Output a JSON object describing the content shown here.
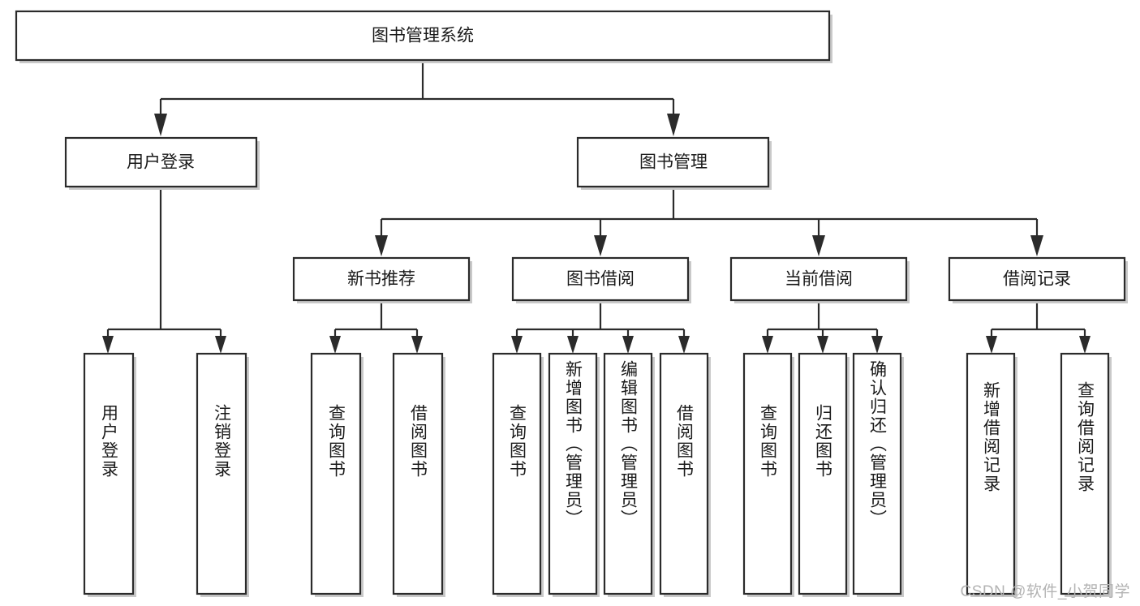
{
  "diagram": {
    "title": "图书管理系统",
    "type": "tree",
    "watermark": "CSDN @软件_小贺同学",
    "colors": {
      "box_stroke": "#2b2b2b",
      "box_fill": "#ffffff",
      "box_shadow": "#c9c9c9",
      "text": "#1a1a1a",
      "watermark": "#b3b3b3",
      "background": "#ffffff"
    },
    "root": {
      "id": "root",
      "label": "图书管理系统",
      "orientation": "horizontal"
    },
    "level2": [
      {
        "id": "user-login",
        "label": "用户登录",
        "orientation": "horizontal"
      },
      {
        "id": "book-manage",
        "label": "图书管理",
        "orientation": "horizontal"
      }
    ],
    "level3": [
      {
        "id": "new-book-recommend",
        "label": "新书推荐",
        "parent": "book-manage",
        "orientation": "horizontal"
      },
      {
        "id": "book-borrow",
        "label": "图书借阅",
        "parent": "book-manage",
        "orientation": "horizontal"
      },
      {
        "id": "current-borrow",
        "label": "当前借阅",
        "parent": "book-manage",
        "orientation": "horizontal"
      },
      {
        "id": "borrow-record",
        "label": "借阅记录",
        "parent": "book-manage",
        "orientation": "horizontal"
      }
    ],
    "leaves": [
      {
        "id": "leaf-user-login",
        "label": "用户登录",
        "parent": "user-login",
        "orientation": "vertical"
      },
      {
        "id": "leaf-logout",
        "label": "注销登录",
        "parent": "user-login",
        "orientation": "vertical"
      },
      {
        "id": "leaf-query-book-1",
        "label": "查询图书",
        "parent": "new-book-recommend",
        "orientation": "vertical"
      },
      {
        "id": "leaf-borrow-book-1",
        "label": "借阅图书",
        "parent": "new-book-recommend",
        "orientation": "vertical"
      },
      {
        "id": "leaf-query-book-2",
        "label": "查询图书",
        "parent": "book-borrow",
        "orientation": "vertical"
      },
      {
        "id": "leaf-add-book",
        "label": "新增图书（管理员）",
        "parent": "book-borrow",
        "orientation": "vertical"
      },
      {
        "id": "leaf-edit-book",
        "label": "编辑图书（管理员）",
        "parent": "book-borrow",
        "orientation": "vertical"
      },
      {
        "id": "leaf-borrow-book-2",
        "label": "借阅图书",
        "parent": "book-borrow",
        "orientation": "vertical"
      },
      {
        "id": "leaf-query-book-3",
        "label": "查询图书",
        "parent": "current-borrow",
        "orientation": "vertical"
      },
      {
        "id": "leaf-return-book",
        "label": "归还图书",
        "parent": "current-borrow",
        "orientation": "vertical"
      },
      {
        "id": "leaf-confirm-return",
        "label": "确认归还（管理员）",
        "parent": "current-borrow",
        "orientation": "vertical"
      },
      {
        "id": "leaf-add-record",
        "label": "新增借阅记录",
        "parent": "borrow-record",
        "orientation": "vertical"
      },
      {
        "id": "leaf-query-record",
        "label": "查询借阅记录",
        "parent": "borrow-record",
        "orientation": "vertical"
      }
    ]
  }
}
